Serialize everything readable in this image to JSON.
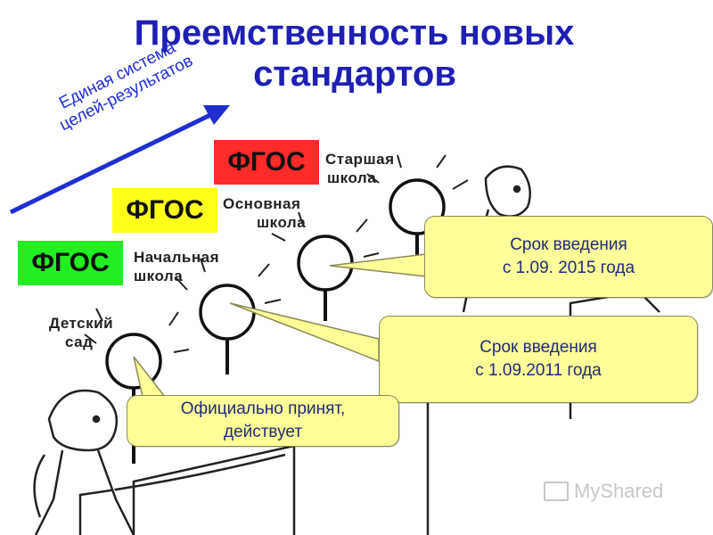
{
  "title": {
    "line1": "Преемственность новых",
    "line2": "стандартов"
  },
  "diagonal": {
    "line1": "Единая система",
    "line2": "целей-результатов"
  },
  "fgos": [
    {
      "label": "ФГОС",
      "color": "#ff2a2a"
    },
    {
      "label": "ФГОС",
      "color": "#ffff1a"
    },
    {
      "label": "ФГОС",
      "color": "#22ee22"
    }
  ],
  "levels": {
    "senior": {
      "line1": "Старшая",
      "line2": "школа"
    },
    "basic": {
      "line1": "Основная",
      "line2": "школа"
    },
    "primary": {
      "line1": "Начальная",
      "line2": "школа"
    },
    "kindergarten": {
      "line1": "Детский",
      "line2": "сад"
    }
  },
  "callouts": {
    "c2015": {
      "line1": "Срок  введения",
      "line2": "с 1.09. 2015 года"
    },
    "c2011": {
      "line1": "Срок введения",
      "line2": "с 1.09.2011 года"
    },
    "official": {
      "line1": "Официально принят,",
      "line2": "действует"
    }
  },
  "watermark": {
    "text": "MyShared"
  }
}
